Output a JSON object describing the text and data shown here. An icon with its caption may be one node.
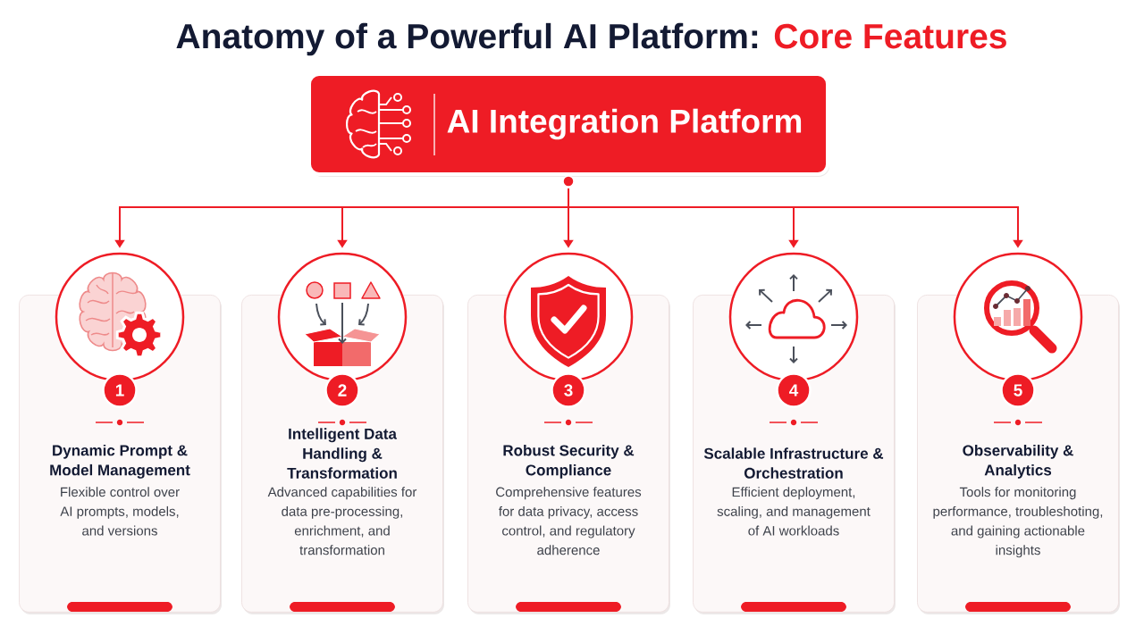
{
  "diagram": {
    "title": "Anatomy of a Powerful AI Platform: Core Features",
    "nodes": [
      {
        "text": [
          "AI Integration Platform"
        ]
      },
      {
        "text": [],
        "shape": "circle"
      },
      {
        "text": [
          "Dynamic Prompt & Model Management",
          "Flexible control over AI prompts, models, and versions"
        ]
      },
      {
        "text": [
          "1"
        ],
        "in": 2
      },
      {
        "text": [],
        "shape": "circle"
      },
      {
        "text": [
          "Intelligent Data Handling & Transformation",
          "Advanced capabilities for data pre-processing, enrichment, and transformation"
        ]
      },
      {
        "text": [
          "2"
        ],
        "in": 5
      },
      {
        "text": [],
        "shape": "circle"
      },
      {
        "text": [
          "Robust Security & Compliance",
          "Comprehensive features for data privacy, access control, and regulatory adherence"
        ]
      },
      {
        "text": [
          "3"
        ],
        "in": 8
      },
      {
        "text": [],
        "shape": "circle"
      },
      {
        "text": [
          "Scalable Infrastructure & Orchestration",
          "Efficient deployment, scaling, and management of AI workloads"
        ]
      },
      {
        "text": [
          "4"
        ],
        "in": 11
      },
      {
        "text": [],
        "shape": "circle"
      },
      {
        "text": [
          "Observability & Analytics",
          "Tools for monitoring performance, troubleshoting, and gaining actionable insights"
        ]
      },
      {
        "text": [
          "5"
        ],
        "in": 14
      }
    ],
    "edges": [
      {
        "from": 0,
        "to": 1,
        "arrow": "to"
      },
      {
        "from": 0,
        "to": 4,
        "arrow": "to"
      },
      {
        "from": 0,
        "to": 7,
        "arrow": "to"
      },
      {
        "from": 0,
        "to": 10,
        "arrow": "to"
      },
      {
        "from": 0,
        "to": 13,
        "arrow": "to"
      }
    ]
  }
}
